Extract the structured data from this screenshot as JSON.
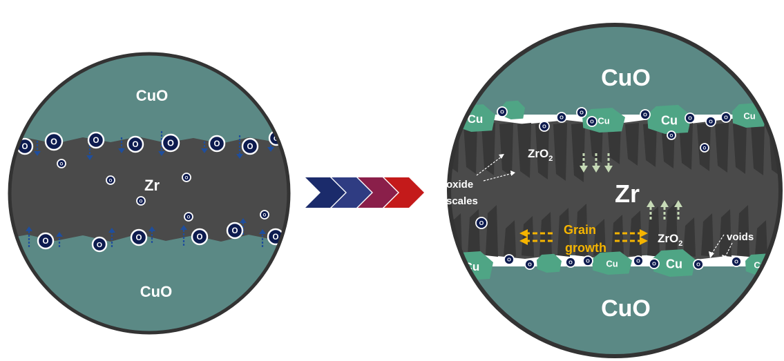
{
  "colors": {
    "cuo": "#5b8985",
    "zr": "#4a4a4a",
    "grain": "#373737",
    "rim": "#333333",
    "oxygen_fill": "#0d1b4f",
    "cu": "#4fa585",
    "arrow_blue": "#1f4e9c",
    "arrow_green": "#c6dab6",
    "grain_arrow": "#f5b400",
    "chevrons": [
      "#1b2b6b",
      "#2c3a7c",
      "#8a1f3f",
      "#c21a1a"
    ]
  },
  "left_panel": {
    "top_label": "CuO",
    "center_label": "Zr",
    "bottom_label": "CuO",
    "oxygen_symbol": "O"
  },
  "right_panel": {
    "top_label": "CuO",
    "center_label": "Zr",
    "bottom_label": "CuO",
    "oxide_upper": {
      "base": "ZrO",
      "sub": "2"
    },
    "oxide_lower": {
      "base": "ZrO",
      "sub": "2"
    },
    "oxide_scales_label": [
      "oxide",
      "scales"
    ],
    "grain_growth_label": [
      "Grain",
      "growth"
    ],
    "voids_label": "voids",
    "cu_symbol": "Cu",
    "oxygen_symbol": "O"
  },
  "icons": {
    "transition": "chevron-arrow-icon",
    "diffusion_down": "arrow-down-icon",
    "diffusion_up": "arrow-up-icon",
    "grain_left": "dashed-arrow-left-icon",
    "grain_right": "dashed-arrow-right-icon"
  }
}
